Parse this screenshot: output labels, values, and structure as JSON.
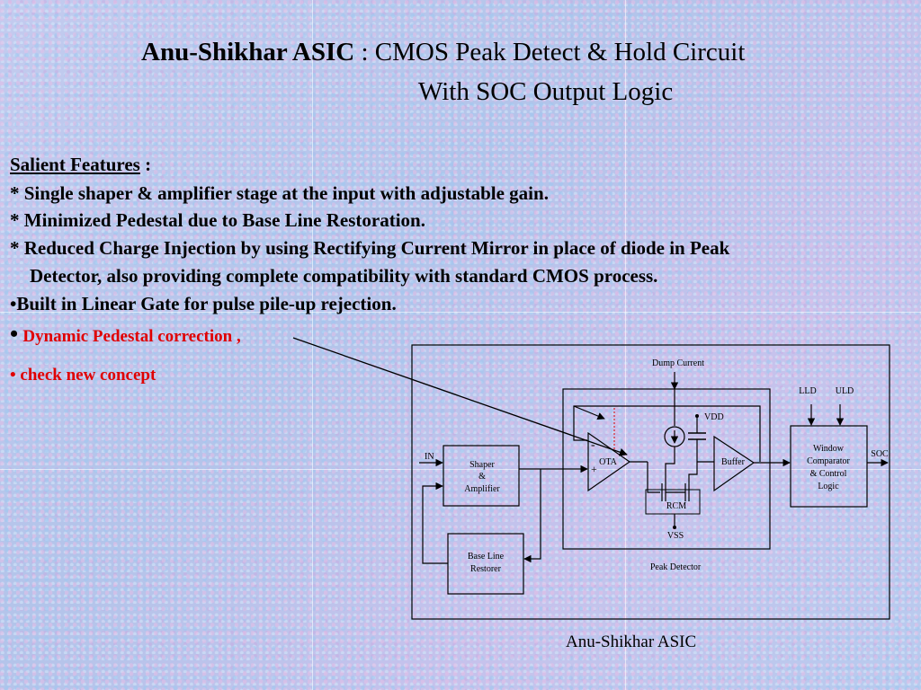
{
  "title": {
    "bold": "Anu-Shikhar ASIC",
    "rest": " : CMOS Peak Detect & Hold Circuit",
    "line2": "With SOC Output Logic"
  },
  "features": {
    "heading": "Salient Features",
    "heading_suffix": " :",
    "items": [
      "* Single shaper & amplifier stage at the input with adjustable gain.",
      "* Minimized Pedestal due to Base Line Restoration.",
      "* Reduced Charge Injection by using Rectifying Current Mirror in place of diode in Peak",
      "Detector, also providing complete compatibility with standard CMOS process.",
      "•Built in Linear Gate for pulse pile-up rejection."
    ],
    "red_items": [
      "Dynamic Pedestal correction ,",
      "• check  new concept"
    ],
    "bullet": "•"
  },
  "diagram": {
    "labels": {
      "dump_current": "Dump Current",
      "lld": "LLD",
      "uld": "ULD",
      "vdd": "VDD",
      "vss": "VSS",
      "in": "IN",
      "soc": "SOC",
      "shaper_1": "Shaper",
      "shaper_2": "&",
      "shaper_3": "Amplifier",
      "ota": "OTA",
      "minus": "-",
      "plus": "+",
      "buffer": "Buffer",
      "rcm": "RCM",
      "window_1": "Window",
      "window_2": "Comparator",
      "window_3": "& Control",
      "window_4": "Logic",
      "blr_1": "Base Line",
      "blr_2": "Restorer",
      "peak_detector": "Peak  Detector"
    }
  },
  "caption": "Anu-Shikhar ASIC",
  "colors": {
    "accent_red": "#e00000",
    "text": "#000000"
  }
}
